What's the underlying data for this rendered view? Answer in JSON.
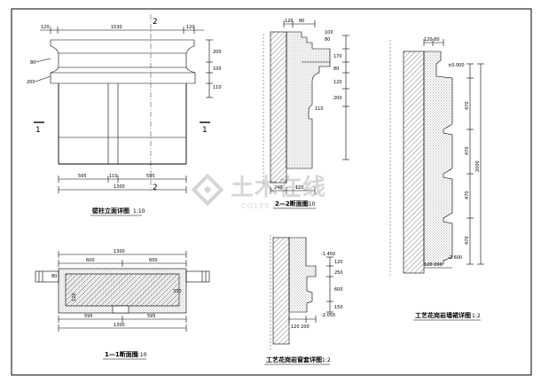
{
  "watermark": {
    "brand": "土木在线",
    "domain": "CO188.COM"
  },
  "elevation": {
    "title": "壁柱立面详图",
    "scale": "1:10",
    "cut_top": "2",
    "cut_bottom": "2",
    "cut_left": "1",
    "cut_right": "1",
    "dims": {
      "top_left": "120",
      "top_mid": "1530",
      "top_right": "120",
      "right_1": "200",
      "right_2": "100",
      "right_3": "110",
      "left_1": "80",
      "left_2": "200",
      "bottom_left": "595",
      "bottom_mid": "110",
      "bottom_right": "595",
      "bottom_total": "1300"
    }
  },
  "section11": {
    "title": "1—1断面图",
    "scale": "1:10",
    "dims": {
      "top_total": "1300",
      "top_left": "600",
      "top_right": "600",
      "left_1": "80",
      "mid_1": "120",
      "right_1": "330",
      "bottom_left": "595",
      "bottom_right": "595",
      "bottom_total": "1300"
    }
  },
  "section22": {
    "title": "2—2断面图",
    "scale": "1:10",
    "dims": {
      "top_1": "120",
      "top_2": "80",
      "right_1": "100",
      "right_2": "80",
      "right_3": "170",
      "right_4": "80",
      "right_5": "120",
      "right_6": "200",
      "right_7": "110",
      "bottom_1": "240",
      "bottom_2": "120"
    }
  },
  "stair_detail": {
    "title": "工艺花岗岩窗套详图",
    "scale": "1:2",
    "dims": {
      "elev_top": "-1.450",
      "elev_bottom": "-2.050",
      "right_1": "120",
      "right_2": "250",
      "right_3": "600",
      "right_4": "150",
      "bottom": "120 200"
    }
  },
  "wall_detail": {
    "title": "工艺花岗岩墙裙详图",
    "scale": "1:2",
    "dims": {
      "top": "120 80",
      "elev_top": "±0.000",
      "elev_bottom": "-2.600",
      "right_1": "470",
      "right_2": "470",
      "right_3": "470",
      "right_4": "470",
      "total": "2000",
      "bottom": "120 200"
    }
  }
}
